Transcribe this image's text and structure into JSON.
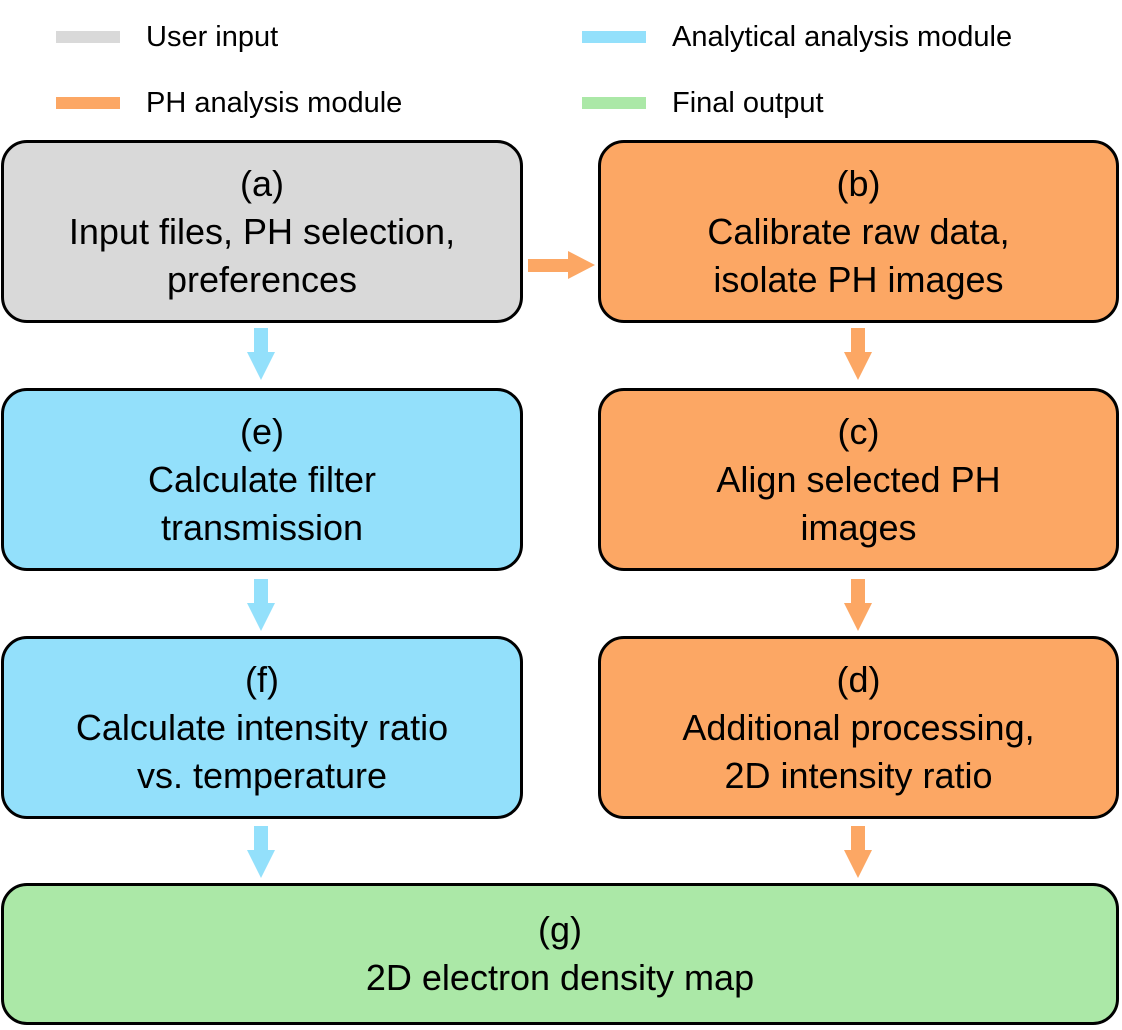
{
  "colors": {
    "user_input": "#d9d9d9",
    "analytical": "#93e0fb",
    "ph": "#fca764",
    "final": "#abe8a7",
    "border": "#000000"
  },
  "legend": [
    {
      "label": "User input",
      "color": "#d9d9d9"
    },
    {
      "label": "Analytical analysis module",
      "color": "#93e0fb"
    },
    {
      "label": "PH analysis module",
      "color": "#fca764"
    },
    {
      "label": "Final output",
      "color": "#abe8a7"
    }
  ],
  "boxes": {
    "a": {
      "tag": "(a)",
      "line1": "Input files, PH selection,",
      "line2": "preferences",
      "module": "User input"
    },
    "b": {
      "tag": "(b)",
      "line1": "Calibrate raw data,",
      "line2": "isolate PH images",
      "module": "PH analysis module"
    },
    "c": {
      "tag": "(c)",
      "line1": "Align selected PH",
      "line2": "images",
      "module": "PH analysis module"
    },
    "d": {
      "tag": "(d)",
      "line1": "Additional processing,",
      "line2": "2D intensity ratio",
      "module": "PH analysis module"
    },
    "e": {
      "tag": "(e)",
      "line1": "Calculate filter",
      "line2": "transmission",
      "module": "Analytical analysis module"
    },
    "f": {
      "tag": "(f)",
      "line1": "Calculate intensity ratio",
      "line2": "vs. temperature",
      "module": "Analytical analysis module"
    },
    "g": {
      "tag": "(g)",
      "line1": "2D electron density map",
      "module": "Final output"
    }
  },
  "connections": [
    {
      "from": "a",
      "to": "b",
      "color": "#fca764"
    },
    {
      "from": "a",
      "to": "e",
      "color": "#93e0fb"
    },
    {
      "from": "e",
      "to": "f",
      "color": "#93e0fb"
    },
    {
      "from": "f",
      "to": "g",
      "color": "#93e0fb"
    },
    {
      "from": "b",
      "to": "c",
      "color": "#fca764"
    },
    {
      "from": "c",
      "to": "d",
      "color": "#fca764"
    },
    {
      "from": "d",
      "to": "g",
      "color": "#fca764"
    }
  ]
}
